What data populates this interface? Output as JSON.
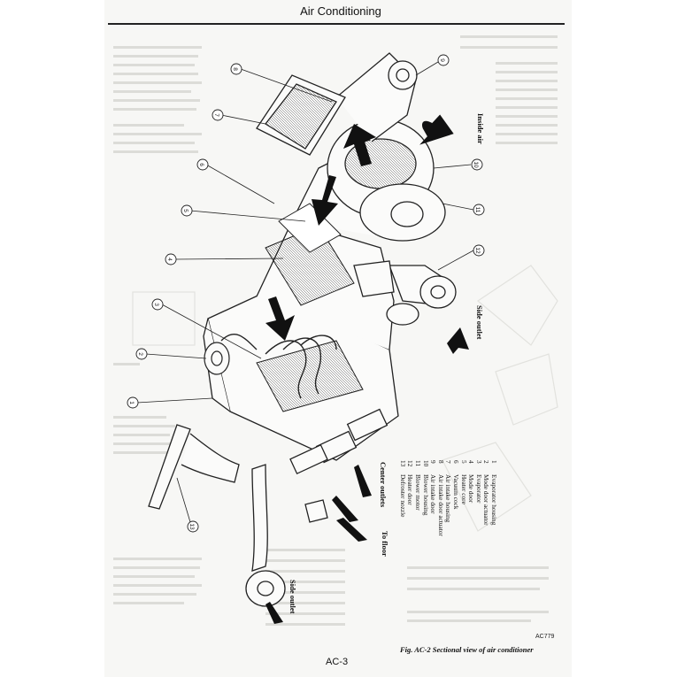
{
  "header": {
    "title": "Air Conditioning",
    "page_number": "AC-3"
  },
  "figure": {
    "reference_code": "AC779",
    "caption": "Fig. AC-2  Sectional view of air conditioner"
  },
  "flow_labels": {
    "inside_air": "Inside air",
    "side_outlet_right": "Side outlet",
    "center_outlets": "Center outlets",
    "to_floor": "To floor",
    "side_outlet_left": "Side outlet"
  },
  "legend": {
    "items": [
      {
        "num": "1",
        "label": "Evaporator housing"
      },
      {
        "num": "2",
        "label": "Mode door actuator"
      },
      {
        "num": "3",
        "label": "Evaporator"
      },
      {
        "num": "4",
        "label": "Mode door"
      },
      {
        "num": "5",
        "label": "Heater core"
      },
      {
        "num": "6",
        "label": "Vacuum cock"
      },
      {
        "num": "7",
        "label": "Air intake housing"
      },
      {
        "num": "8",
        "label": "Air intake door actuator"
      },
      {
        "num": "9",
        "label": "Air intake door"
      },
      {
        "num": "10",
        "label": "Blower housing"
      },
      {
        "num": "11",
        "label": "Blower motor"
      },
      {
        "num": "12",
        "label": "Heater door"
      },
      {
        "num": "13",
        "label": "Defroster nozzle"
      }
    ]
  },
  "callouts": [
    "1",
    "2",
    "3",
    "4",
    "5",
    "6",
    "7",
    "8",
    "9",
    "10",
    "11",
    "12",
    "13"
  ]
}
